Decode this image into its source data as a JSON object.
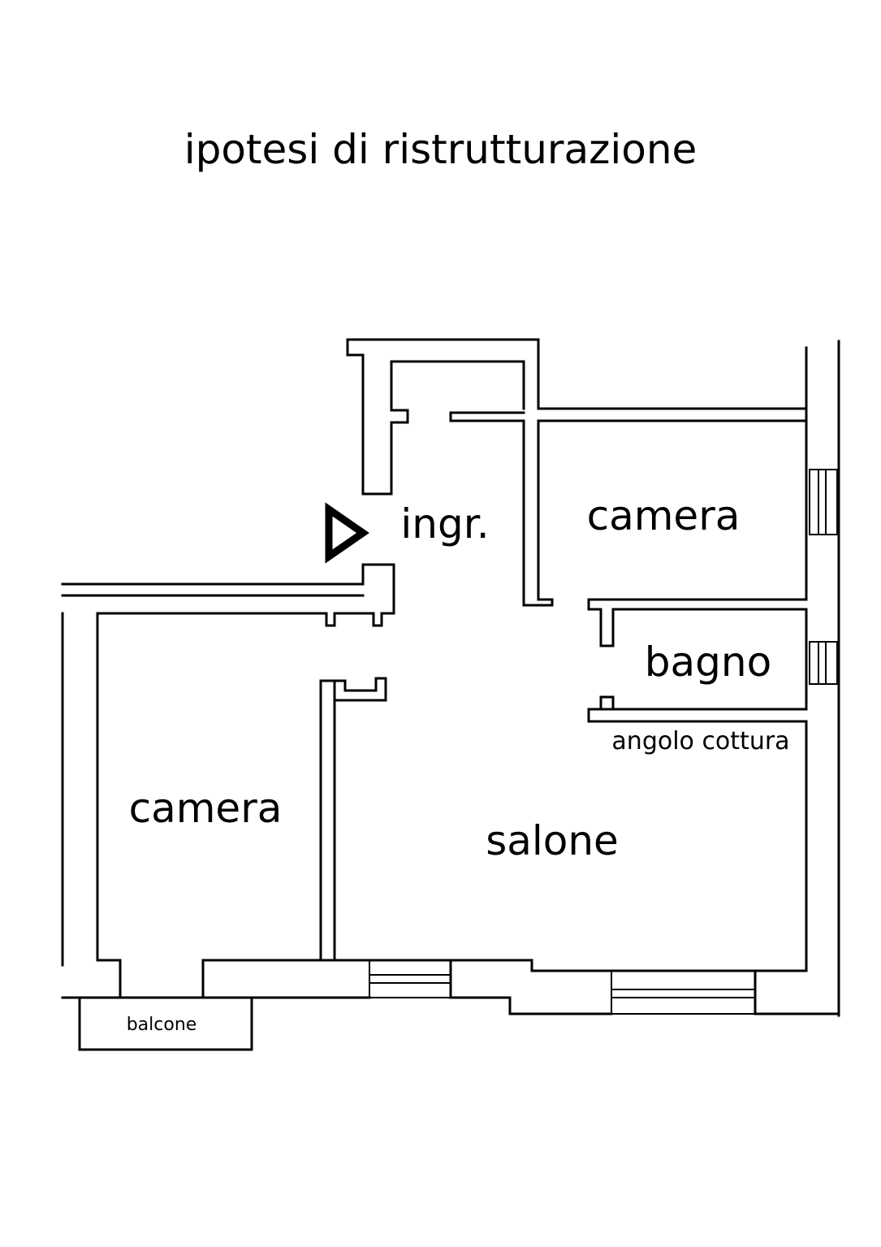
{
  "title": "ipotesi di ristrutturazione",
  "rooms": {
    "ingresso": "ingr.",
    "camera_1": "camera",
    "bagno": "bagno",
    "angolo_cottura": "angolo cottura",
    "camera_2": "camera",
    "salone": "salone",
    "balcone": "balcone"
  },
  "icons": {
    "entrance": "entrance-arrow-icon"
  }
}
